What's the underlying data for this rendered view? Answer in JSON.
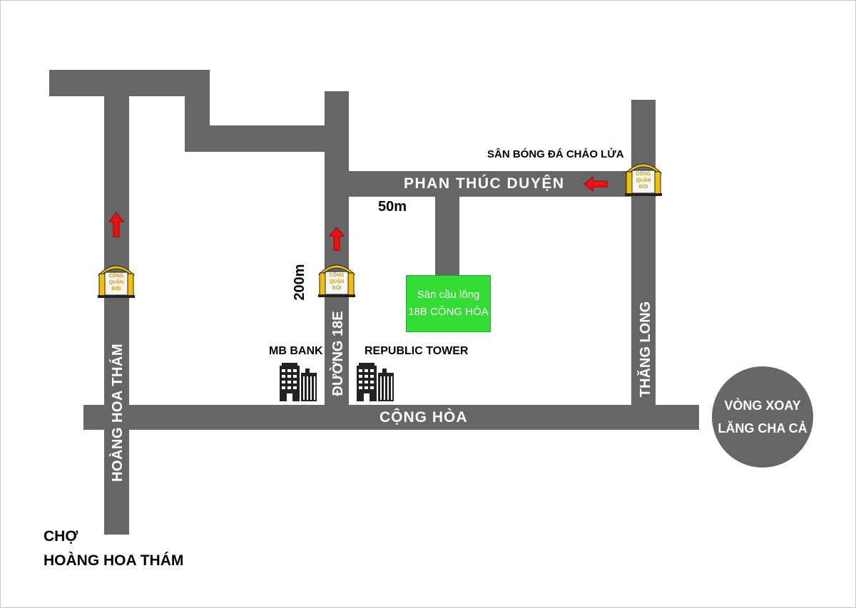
{
  "colors": {
    "road": "#666666",
    "road_text": "#ffffff",
    "arrow": "#ee1111",
    "court": "#33dd33",
    "gate": "#f5c000",
    "building": "#222222"
  },
  "streets": {
    "hoang_hoa_tham": "HOÀNG HOA THÁM",
    "duong_18e": "ĐƯỜNG 18E",
    "cong_hoa": "CỘNG HÒA",
    "phan_thuc_duyen": "PHAN THÚC DUYỆN",
    "thang_long": "THĂNG LONG"
  },
  "distances": {
    "d200": "200m",
    "d50": "50m"
  },
  "landmarks": {
    "san_bong": "SÂN BÓNG ĐÁ CHẢO LỬA",
    "mb_bank": "MB BANK",
    "republic_tower": "REPUBLIC TOWER",
    "court_line1": "Sân cầu lông",
    "court_line2": "18B CỘNG HÒA",
    "roundabout_line1": "VÒNG XOAY",
    "roundabout_line2": "LĂNG CHA CẢ",
    "market_line1": "CHỢ",
    "market_line2": "HOÀNG HOA THÁM"
  },
  "gate": {
    "line1": "CỔNG",
    "line2": "QUÂN",
    "line3": "ĐỘI"
  },
  "icons": {
    "gate": "military-gate-icon",
    "arrow": "direction-arrow-icon",
    "building": "office-building-icon"
  }
}
